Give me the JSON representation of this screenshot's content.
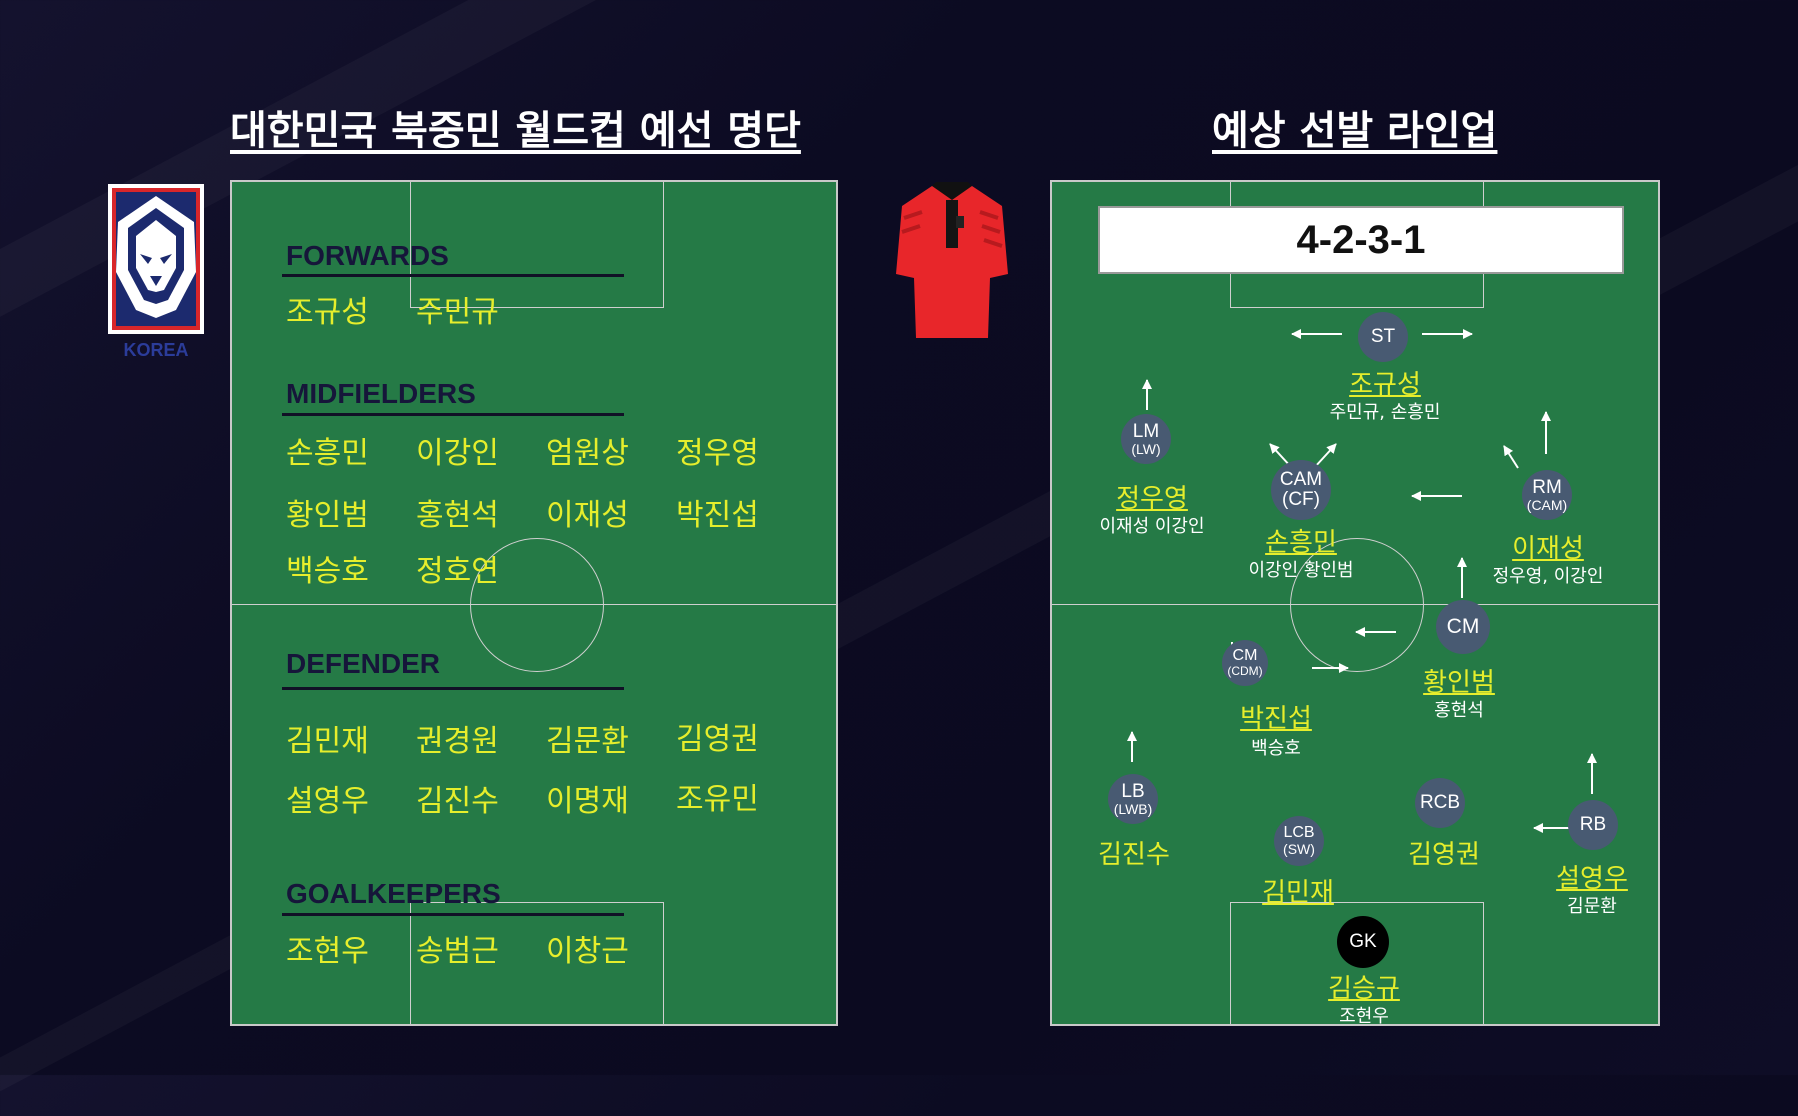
{
  "titles": {
    "squad": "대한민국 북중민 월드컵 예선 명단",
    "lineup": "예상 선발 라인업"
  },
  "logo": {
    "text": "KOREA",
    "icon": "kfa-tiger-emblem",
    "accent": "#1c2a6e"
  },
  "jersey": {
    "icon": "red-kit-jersey",
    "color": "#e8262a"
  },
  "colors": {
    "pitch": "#257a46",
    "name": "#e6ee2c",
    "node": "#485a72"
  },
  "squad": {
    "forwards": {
      "label": "FORWARDS",
      "players": [
        "조규성",
        "주민규"
      ]
    },
    "midfielders": {
      "label": "MIDFIELDERS",
      "players": [
        "손흥민",
        "이강인",
        "엄원상",
        "정우영",
        "황인범",
        "홍현석",
        "이재성",
        "박진섭",
        "백승호",
        "정호연"
      ]
    },
    "defenders": {
      "label": "DEFENDER",
      "players": [
        "김민재",
        "권경원",
        "김문환",
        "김영권",
        "설영우",
        "김진수",
        "이명재",
        "조유민"
      ]
    },
    "goalkeepers": {
      "label": "GOALKEEPERS",
      "players": [
        "조현우",
        "송범근",
        "이창근"
      ]
    }
  },
  "lineup": {
    "formation": "4-2-3-1",
    "positions": {
      "st": {
        "pos": "ST",
        "pos2": "",
        "name": "조규성",
        "subs": "주민규, 손흥민"
      },
      "lm": {
        "pos": "LM",
        "pos2": "(LW)",
        "name": "정우영",
        "subs": "이재성 이강인"
      },
      "cam": {
        "pos": "CAM",
        "pos2": "(CF)",
        "name": "손흥민",
        "subs": "이강인 황인범"
      },
      "rm": {
        "pos": "RM",
        "pos2": "(CAM)",
        "name": "이재성",
        "subs": "정우영, 이강인"
      },
      "cm": {
        "pos": "CM",
        "pos2": "",
        "name": "황인범",
        "subs": "홍현석"
      },
      "cdm": {
        "pos": "CM",
        "pos2": "(CDM)",
        "name": "박진섭",
        "subs": "백승호"
      },
      "lb": {
        "pos": "LB",
        "pos2": "(LWB)",
        "name": "김진수",
        "subs": ""
      },
      "lcb": {
        "pos": "LCB",
        "pos2": "(SW)",
        "name": "김민재",
        "subs": ""
      },
      "rcb": {
        "pos": "RCB",
        "pos2": "",
        "name": "김영권",
        "subs": ""
      },
      "rb": {
        "pos": "RB",
        "pos2": "",
        "name": "설영우",
        "subs": "김문환"
      },
      "gk": {
        "pos": "GK",
        "pos2": "",
        "name": "김승규",
        "subs": "조현우"
      }
    }
  }
}
